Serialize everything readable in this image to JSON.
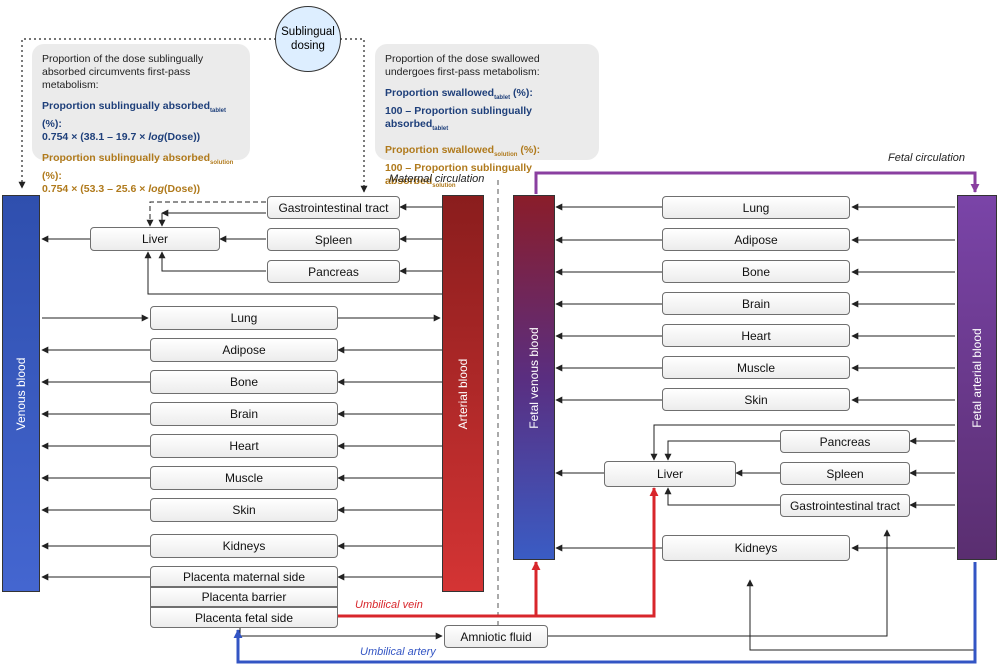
{
  "sublingual": {
    "line1": "Sublingual",
    "line2": "dosing"
  },
  "note_left": {
    "intro": "Proportion of the dose sublingually absorbed circumvents first-pass metabolism:",
    "tablet_label": "Proportion sublingually absorbed",
    "tablet_sub": "tablet",
    "tablet_unit": " (%):",
    "tablet_formula_a": "0.754 × (38.1 – 19.7 × ",
    "log": "log",
    "tablet_formula_b": "(Dose))",
    "solution_label": "Proportion sublingually absorbed",
    "solution_sub": "solution",
    "solution_unit": " (%):",
    "solution_formula_a": "0.754 × (53.3 – 25.6 × ",
    "solution_formula_b": "(Dose))"
  },
  "note_right": {
    "intro": "Proportion of the dose swallowed undergoes first-pass metabolism:",
    "tablet_label": "Proportion swallowed",
    "tablet_sub": "tablet",
    "tablet_unit": " (%):",
    "tablet_formula": "100 – Proportion sublingually absorbed",
    "tablet_formula_sub": "tablet",
    "solution_label": "Proportion swallowed",
    "solution_sub": "solution",
    "solution_unit": " (%):",
    "solution_formula": "100 – Proportion sublingually absorbed",
    "solution_formula_sub": "solution"
  },
  "labels": {
    "maternal_circulation": "Maternal circulation",
    "fetal_circulation": "Fetal circulation",
    "umbilical_vein": "Umbilical vein",
    "umbilical_artery": "Umbilical artery"
  },
  "columns": {
    "venous": "Venous blood",
    "arterial": "Arterial blood",
    "fetal_venous": "Fetal venous blood",
    "fetal_arterial": "Fetal arterial blood"
  },
  "maternal": {
    "gi": "Gastrointestinal tract",
    "liver": "Liver",
    "spleen": "Spleen",
    "pancreas": "Pancreas",
    "lung": "Lung",
    "adipose": "Adipose",
    "bone": "Bone",
    "brain": "Brain",
    "heart": "Heart",
    "muscle": "Muscle",
    "skin": "Skin",
    "kidneys": "Kidneys"
  },
  "placenta": {
    "maternal_side": "Placenta maternal side",
    "barrier": "Placenta barrier",
    "fetal_side": "Placenta fetal side"
  },
  "amniotic": "Amniotic fluid",
  "fetal": {
    "lung": "Lung",
    "adipose": "Adipose",
    "bone": "Bone",
    "brain": "Brain",
    "heart": "Heart",
    "muscle": "Muscle",
    "skin": "Skin",
    "pancreas": "Pancreas",
    "liver": "Liver",
    "spleen": "Spleen",
    "gi": "Gastrointestinal tract",
    "kidneys": "Kidneys"
  },
  "colors": {
    "venous": "#3a5cc4",
    "arterial": "#a82828",
    "fetal_arterial": "#6a3d90",
    "umbilical_vein": "#d8262b",
    "umbilical_artery": "#3355c4",
    "fetal_circulation": "#8a3fa0",
    "note_background": "#ebebeb",
    "formula_blue": "#1e3f7a",
    "formula_gold": "#b07a1c"
  }
}
